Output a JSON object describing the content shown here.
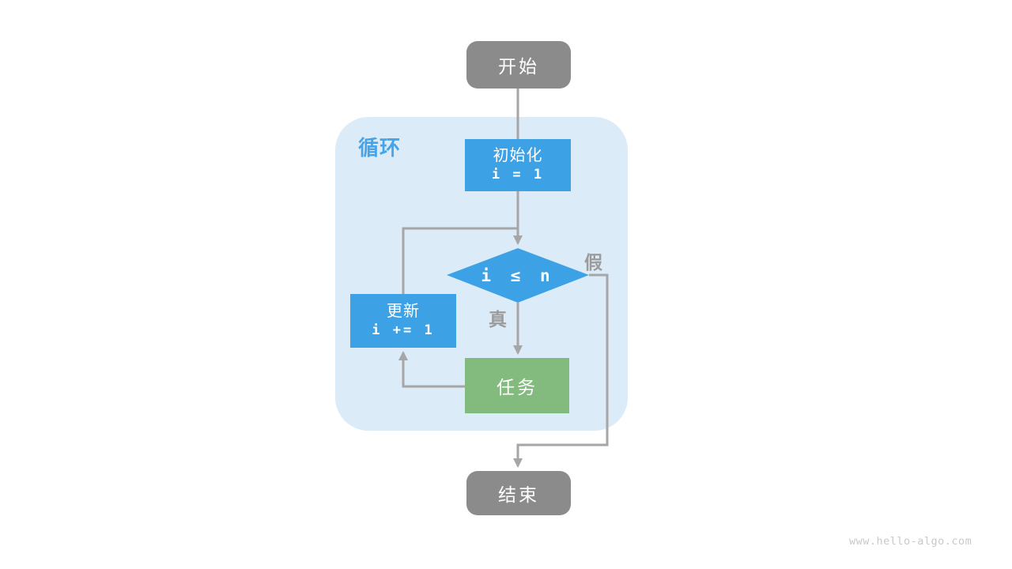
{
  "diagram": {
    "container_label": "循环",
    "nodes": {
      "start": {
        "label": "开始"
      },
      "init": {
        "title": "初始化",
        "code": "i = 1"
      },
      "condition": {
        "code": "i ≤ n"
      },
      "update": {
        "title": "更新",
        "code": "i += 1"
      },
      "task": {
        "label": "任务"
      },
      "end": {
        "label": "结束"
      }
    },
    "edge_labels": {
      "true": "真",
      "false": "假"
    },
    "colors": {
      "node_blue": "#3da2e5",
      "node_green": "#83ba7d",
      "node_gray": "#8b8b8b",
      "container_bg": "#dcebf8",
      "container_label_text": "#45a5e8",
      "connector_line": "#a6a6a6",
      "edge_label_text": "#9b9b9b",
      "watermark_text": "#c9c9c9"
    }
  },
  "watermark": "www.hello-algo.com"
}
